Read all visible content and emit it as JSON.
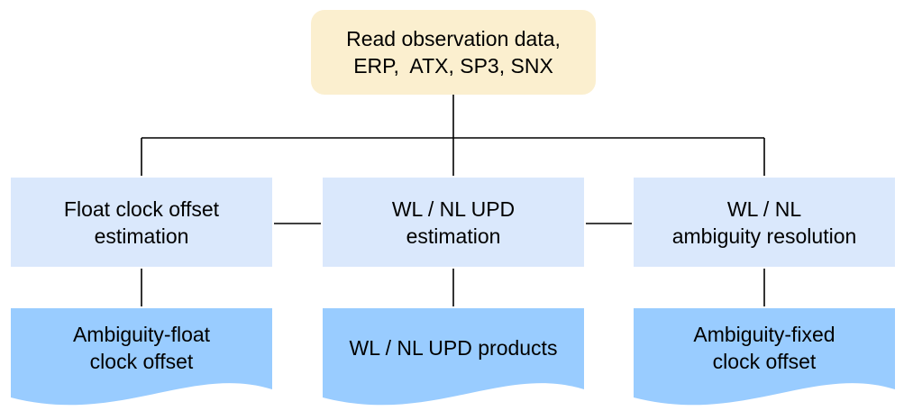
{
  "diagram": {
    "colors": {
      "background": "#ffffff",
      "source_fill": "#FBEFCF",
      "process_fill": "#DAE8FC",
      "document_fill": "#99CCFF",
      "connector": "#000000",
      "text": "#000000"
    },
    "nodes": {
      "read_data": {
        "label": "Read observation data,\nERP,  ATX, SP3, SNX"
      },
      "float_clock_estimation": {
        "label": "Float clock offset\nestimation"
      },
      "upd_estimation": {
        "label": "WL / NL UPD\nestimation"
      },
      "ambiguity_resolution": {
        "label": "WL / NL\nambiguity resolution"
      },
      "ambiguity_float_clock": {
        "label": "Ambiguity-float\nclock offset"
      },
      "upd_products": {
        "label": "WL / NL UPD products"
      },
      "ambiguity_fixed_clock": {
        "label": "Ambiguity-fixed\nclock offset"
      }
    }
  }
}
